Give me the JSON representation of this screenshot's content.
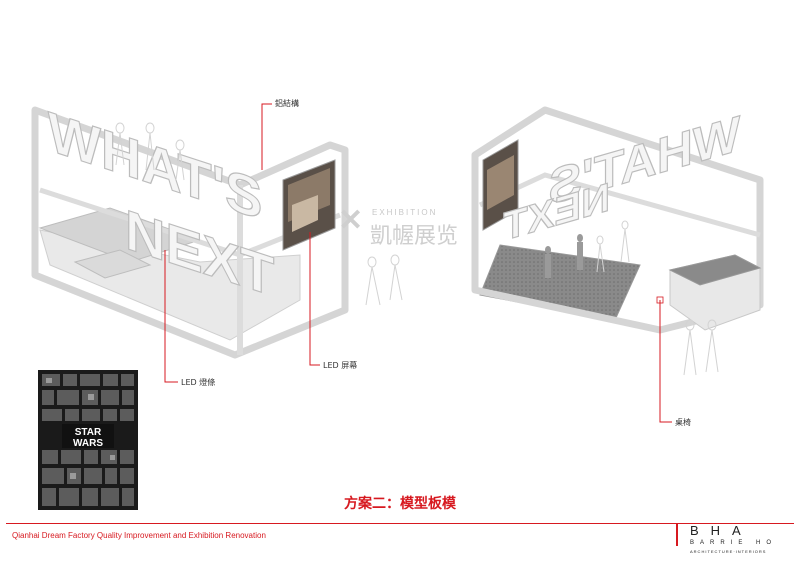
{
  "labels": {
    "aluminum_frame": "鋁結構",
    "led_screen": "LED 屏幕",
    "led_strip": "LED 燈條",
    "table_chair": "桌椅"
  },
  "installation_text": {
    "word1": "WHAT'S",
    "word2": "NEXT"
  },
  "poster": {
    "logo_line1": "STAR",
    "logo_line2": "WARS"
  },
  "watermark": {
    "en": "EXHIBITION",
    "cn": "凱幄展览"
  },
  "title": "方案二：模型板模",
  "footer": {
    "project": "Qianhai Dream Factory Quality Improvement and Exhibition Renovation",
    "brand": "BHA",
    "brand_sub1": "BARRIE HO",
    "brand_sub2": "ARCHITECTURE·INTERIORS"
  },
  "colors": {
    "accent": "#d71920",
    "structure": "#f4f4f4",
    "outline": "#c9c9c9"
  }
}
